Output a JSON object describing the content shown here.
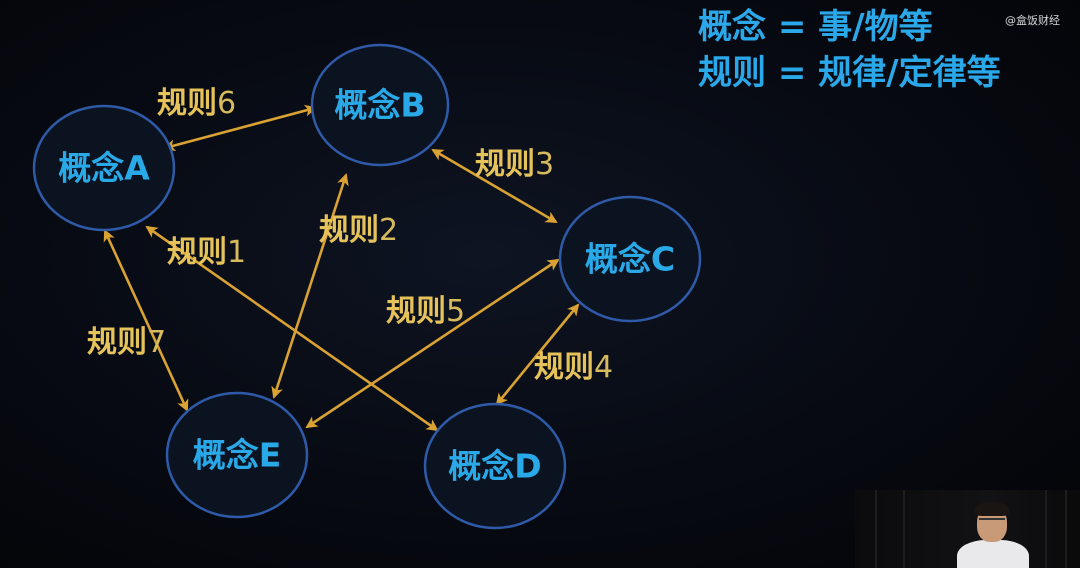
{
  "legend": {
    "line1": "概念 = 事/物等",
    "line2": "规则 = 规律/定律等"
  },
  "watermark": "@盒饭财经",
  "nodes": {
    "a": "概念A",
    "b": "概念B",
    "c": "概念C",
    "d": "概念D",
    "e": "概念E"
  },
  "rules": {
    "r1": {
      "text": "规则",
      "num": "1"
    },
    "r2": {
      "text": "规则",
      "num": "2"
    },
    "r3": {
      "text": "规则",
      "num": "3"
    },
    "r4": {
      "text": "规则",
      "num": "4"
    },
    "r5": {
      "text": "规则",
      "num": "5"
    },
    "r6": {
      "text": "规则",
      "num": "6"
    },
    "r7": {
      "text": "规则",
      "num": "7"
    }
  },
  "colors": {
    "node_text": "#29a9e8",
    "node_border": "#2f5aa8",
    "arrow": "#d9a233",
    "rule_text": "#e6c25a",
    "background": "#070a12"
  },
  "icons": {
    "video_inset": "presenter-video-thumbnail"
  }
}
